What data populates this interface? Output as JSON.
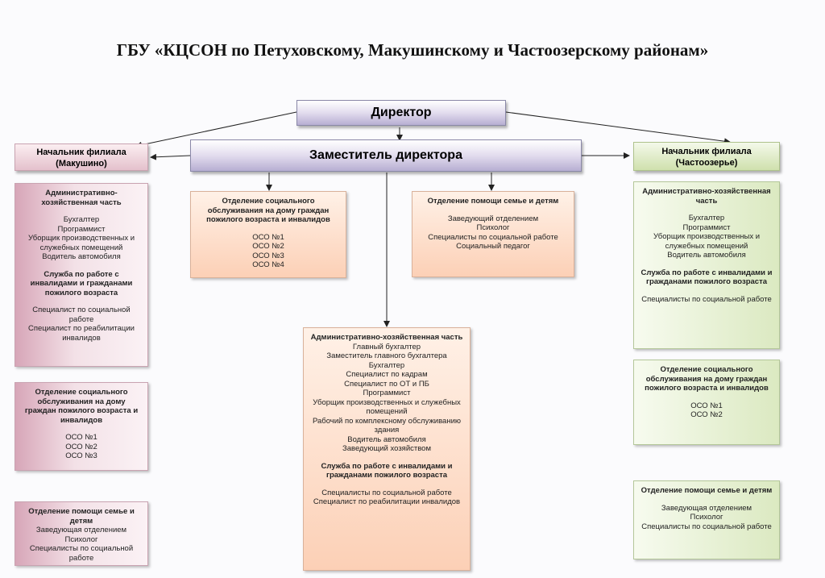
{
  "title": "ГБУ «КЦСОН по Петуховскому, Макушинскому и Частоозерскому районам»",
  "director": "Директор",
  "deputy": "Заместитель директора",
  "left_head": [
    "Начальник филиала",
    "(Макушино)"
  ],
  "right_head": [
    "Начальник филиала",
    "(Частоозерье)"
  ],
  "left_admin": {
    "title": "Административно-хозяйственная часть",
    "items": [
      "Бухгалтер",
      "Программист",
      "Уборщик производственных и служебных помещений",
      "Водитель автомобиля"
    ],
    "service_title": "Служба по работе с инвалидами и гражданами пожилого возраста",
    "service_items": [
      "Специалист по социальной работе",
      "Специалист по реабилитации инвалидов"
    ]
  },
  "left_home": {
    "title": "Отделение социального обслуживания на дому граждан пожилого возраста и инвалидов",
    "items": [
      "ОСО №1",
      "ОСО №2",
      "ОСО №3"
    ]
  },
  "left_family": {
    "title": "Отделение помощи семье и детям",
    "items": [
      "Заведующая отделением",
      "Психолог",
      "Специалисты по социальной работе"
    ]
  },
  "center_home": {
    "title": "Отделение социального обслуживания на дому граждан пожилого возраста и инвалидов",
    "items": [
      "ОСО №1",
      "ОСО №2",
      "ОСО №3",
      "ОСО №4"
    ]
  },
  "center_family": {
    "title": "Отделение помощи семье и детям",
    "items": [
      "Заведующий отделением",
      "Психолог",
      "Специалисты по социальной работе",
      "Социальный педагог"
    ]
  },
  "center_admin": {
    "title": "Административно-хозяйственная часть",
    "items": [
      "Главный бухгалтер",
      "Заместитель главного бухгалтера",
      "Бухгалтер",
      "Специалист по кадрам",
      "Специалист по ОТ и ПБ",
      "Программист",
      "Уборщик производственных и служебных помещений",
      "Рабочий по комплексному обслуживанию здания",
      "Водитель автомобиля",
      "Заведующий хозяйством"
    ],
    "service_title": "Служба по работе с инвалидами и гражданами пожилого возраста",
    "service_items": [
      "Специалисты по социальной работе",
      "Специалист по реабилитации инвалидов"
    ]
  },
  "right_admin": {
    "title": "Административно-хозяйственная часть",
    "items": [
      "Бухгалтер",
      "Программист",
      "Уборщик производственных и служебных помещений",
      "Водитель автомобиля"
    ],
    "service_title": "Служба по работе с инвалидами и гражданами пожилого возраста",
    "service_items": [
      "Специалисты по социальной работе"
    ]
  },
  "right_home": {
    "title": "Отделение социального обслуживания на дому граждан пожилого возраста и инвалидов",
    "items": [
      "ОСО №1",
      "ОСО №2"
    ]
  },
  "right_family": {
    "title": "Отделение помощи семье и детям",
    "items": [
      "Заведующая отделением",
      "Психолог",
      "Специалисты по социальной работе"
    ]
  }
}
